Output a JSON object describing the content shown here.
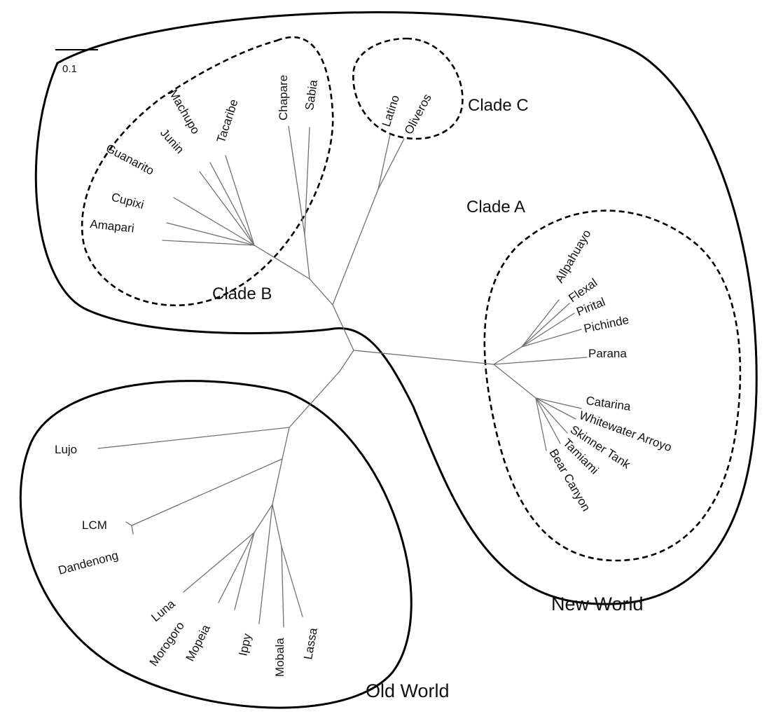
{
  "scale_bar": {
    "label": "0.1"
  },
  "groups": {
    "new_world": "New World",
    "old_world": "Old World"
  },
  "clades": {
    "a": "Clade A",
    "b": "Clade B",
    "c": "Clade C"
  },
  "taxa": {
    "clade_a": [
      "Allpahuayo",
      "Flexal",
      "Pirital",
      "Pichinde",
      "Parana",
      "Catarina",
      "Whitewater Arroyo",
      "Skinner Tank",
      "Tamiami",
      "Bear Canyon"
    ],
    "clade_b": [
      "Chapare",
      "Sabia",
      "Tacaribe",
      "Machupo",
      "Junin",
      "Guanarito",
      "Cupixi",
      "Amapari"
    ],
    "clade_c": [
      "Latino",
      "Oliveros"
    ],
    "old_world": [
      "Lujo",
      "LCM",
      "Dandenong",
      "Luna",
      "Morogoro",
      "Mopeia",
      "Ippy",
      "Mobala",
      "Lassa"
    ]
  },
  "colors": {
    "branch": "#707070",
    "outline": "#000000",
    "text": "#111111"
  }
}
